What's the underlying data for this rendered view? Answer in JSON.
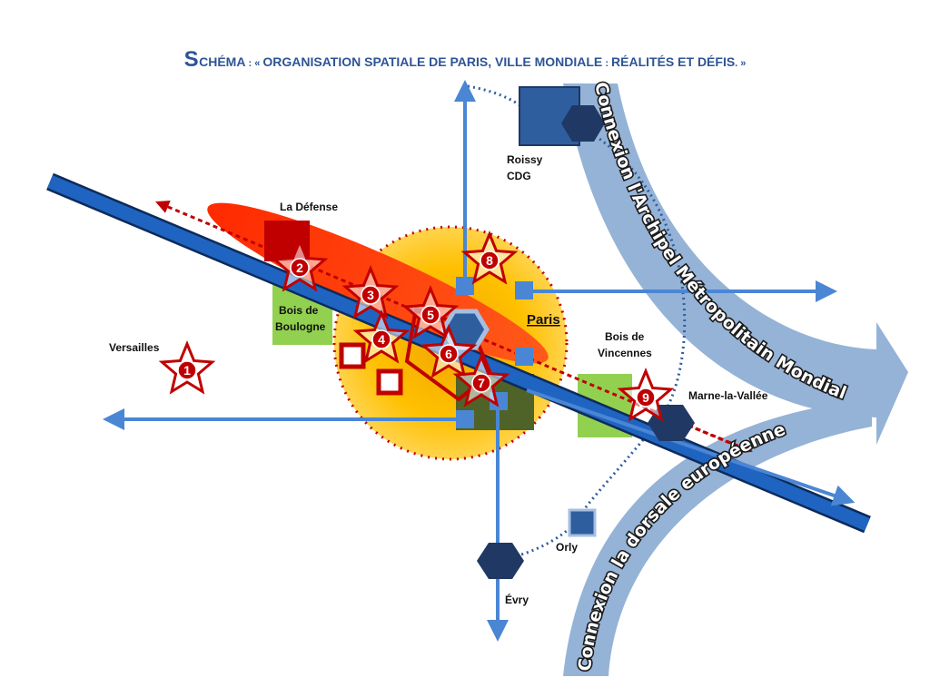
{
  "title": {
    "first_letter": "S",
    "word_rest": "CHÉMA",
    "colon1": " : « ",
    "part1": "ORGANISATION SPATIALE DE PARIS, VILLE MONDIALE",
    "colon2": " : ",
    "part2": "RÉALITÉS ET DÉFIS",
    "close": ". »"
  },
  "labels": {
    "la_defense": "La Défense",
    "bois_boulogne_1": "Bois de",
    "bois_boulogne_2": "Boulogne",
    "versailles": "Versailles",
    "paris": "Paris",
    "bois_vincennes_1": "Bois de",
    "bois_vincennes_2": "Vincennes",
    "marne": "Marne-la-Vallée",
    "roissy_1": "Roissy",
    "roissy_2": "CDG",
    "orly": "Orly",
    "evry": "Évry"
  },
  "curves": {
    "archipel": "Connexion l'Archipel Métropolitain Mondial",
    "dorsale": "Connexion la dorsale européenne"
  },
  "stars": [
    "1",
    "2",
    "3",
    "4",
    "5",
    "6",
    "7",
    "8",
    "9"
  ],
  "colors": {
    "title": "#2e5496",
    "axis_blue": "#1f64c0",
    "arrow_blue": "#4a86d4",
    "curve_fill": "#95b3d7",
    "star_red": "#c00000",
    "green": "#92d050",
    "dark_navy": "#1f3864",
    "square_blue": "#2f5e9e",
    "orange": "#ffc000",
    "red_ellipse": "#ff3300"
  }
}
